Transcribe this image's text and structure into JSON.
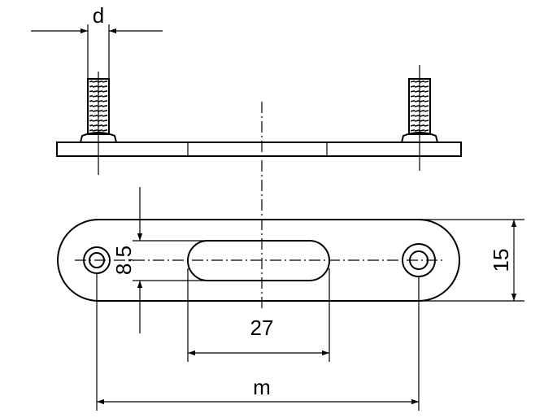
{
  "dimensions": {
    "thread_diameter": "d",
    "slot_width": "8,5",
    "slot_length": "27",
    "plate_width": "15",
    "hole_spacing": "m"
  },
  "colors": {
    "line": "#000000",
    "background": "#ffffff"
  }
}
